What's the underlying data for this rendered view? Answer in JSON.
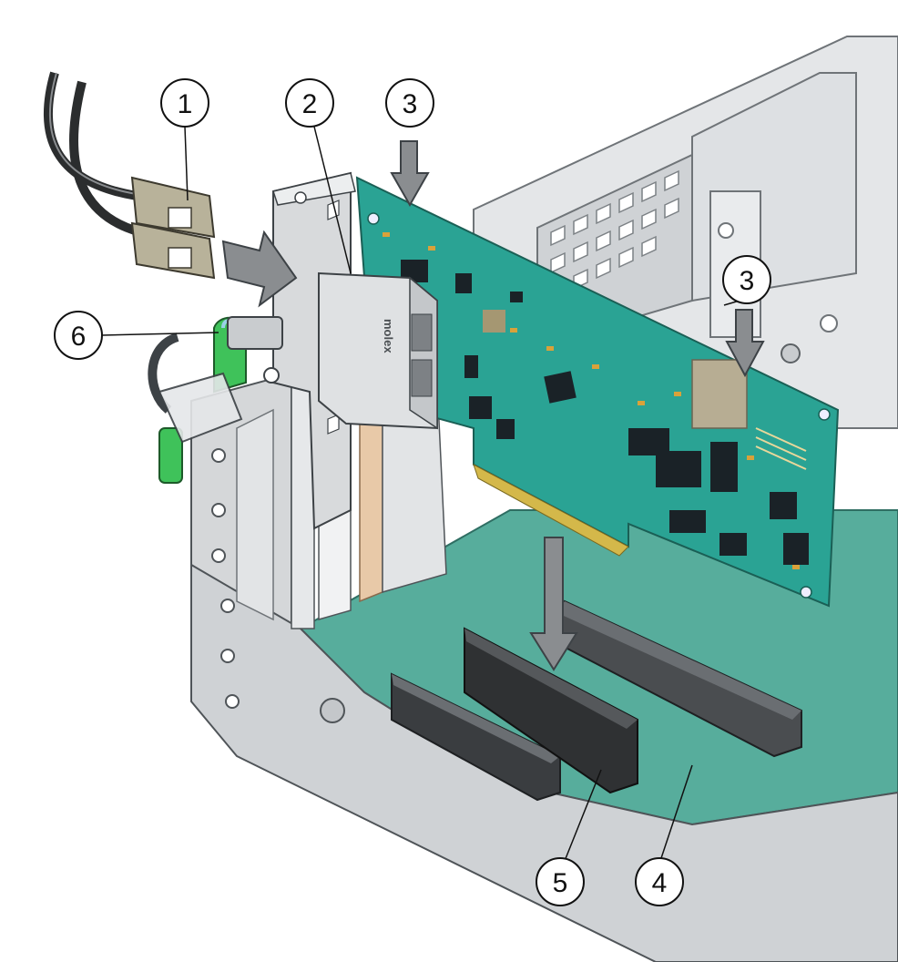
{
  "callouts": [
    {
      "id": "1",
      "label": "1"
    },
    {
      "id": "2",
      "label": "2"
    },
    {
      "id": "3a",
      "label": "3"
    },
    {
      "id": "3b",
      "label": "3"
    },
    {
      "id": "4",
      "label": "4"
    },
    {
      "id": "5",
      "label": "5"
    },
    {
      "id": "6",
      "label": "6"
    }
  ],
  "card": {
    "brand_text": "molex"
  },
  "colors": {
    "pcb": "#2aa394",
    "motherboard": "#57ad9c",
    "chassis": "#d5d7d9",
    "slot": "#2f3133",
    "arrow": "#8a8d90",
    "latch": "#3fc25a",
    "cable": "#2b2d2e",
    "connector": "#b8b29a"
  }
}
